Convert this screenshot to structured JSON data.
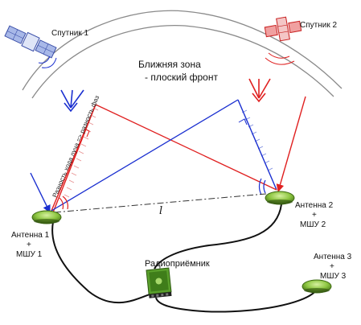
{
  "labels": {
    "satellite1": "Спутник 1",
    "satellite2": "Спутник 2",
    "near_zone_line1": "Ближняя зона",
    "near_zone_line2": "- плоский фронт",
    "path_difference": "Разность хода луча => разность фаз",
    "baseline": "l",
    "antenna1_line1": "Антенна 1",
    "antenna1_line2": "+",
    "antenna1_line3": "МШУ 1",
    "antenna2_line1": "Антенна 2",
    "antenna2_line2": "+",
    "antenna2_line3": "МШУ 2",
    "antenna3_line1": "Антенна 3",
    "antenna3_line2": "+",
    "antenna3_line3": "МШУ 3",
    "receiver": "Радиоприёмник"
  },
  "colors": {
    "red": "#e02020",
    "blue": "#1a2fd0",
    "antenna_green": "#8dc641",
    "receiver_green": "#5aa02c",
    "cable": "#111111",
    "gray_wave": "#8a8a8a"
  }
}
